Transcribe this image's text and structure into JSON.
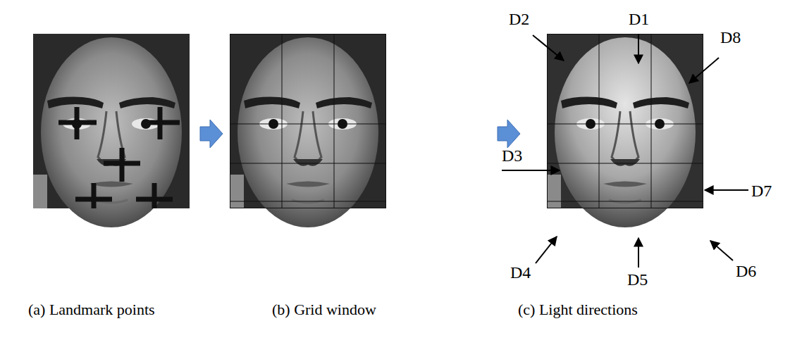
{
  "diagram": {
    "labels": [
      "D2",
      "D1",
      "D8",
      "D3",
      "D7",
      "D4",
      "D6",
      "D5",
      "(a) Landmark points",
      "(b) Grid window",
      "(c) Light directions"
    ]
  }
}
